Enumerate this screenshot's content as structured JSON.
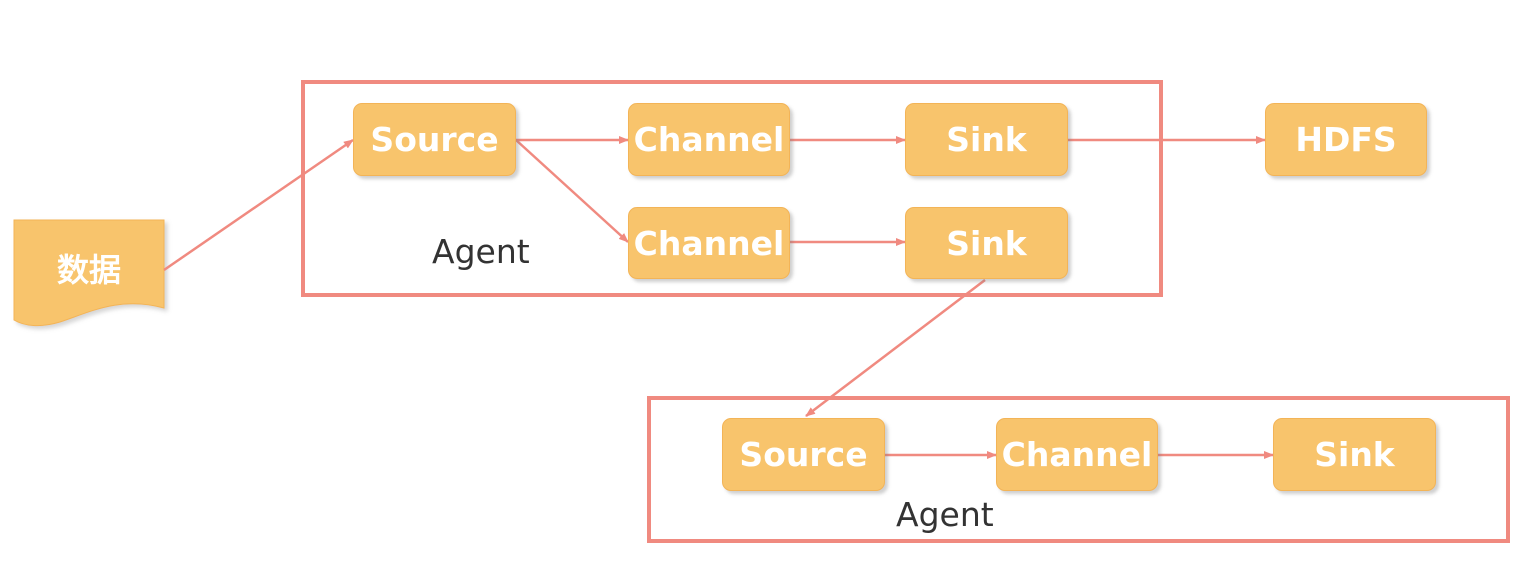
{
  "data_source": {
    "label": "数据"
  },
  "agents": [
    {
      "label": "Agent",
      "nodes": {
        "source": "Source",
        "channel_1": "Channel",
        "channel_2": "Channel",
        "sink_1": "Sink",
        "sink_2": "Sink"
      }
    },
    {
      "label": "Agent",
      "nodes": {
        "source": "Source",
        "channel": "Channel",
        "sink": "Sink"
      }
    }
  ],
  "storage": {
    "label": "HDFS"
  },
  "colors": {
    "node_fill": "#f8c46c",
    "node_text": "#ffffff",
    "border_and_arrows": "#f08a80",
    "label_text": "#333333"
  }
}
